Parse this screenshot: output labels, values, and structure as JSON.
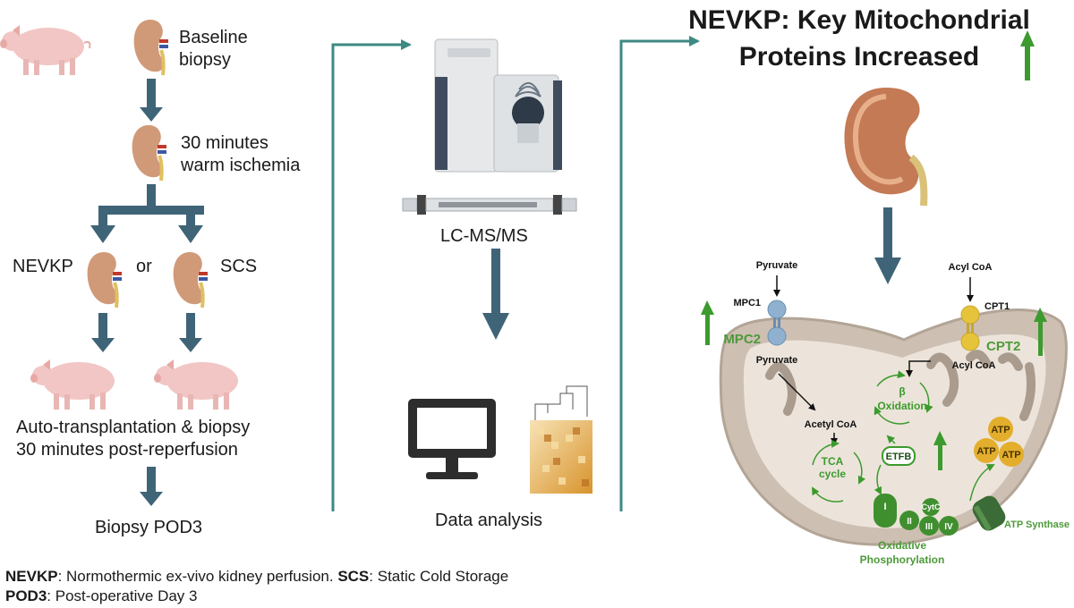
{
  "left_column": {
    "step1": [
      "Baseline",
      "biopsy"
    ],
    "step2": [
      "30 minutes",
      "warm ischemia"
    ],
    "option_a": "NEVKP",
    "option_or": "or",
    "option_b": "SCS",
    "step3": [
      "Auto-transplantation & biopsy",
      "30 minutes post-reperfusion"
    ],
    "step4": "Biopsy POD3"
  },
  "middle_column": {
    "instrument_label": "LC-MS/MS",
    "analysis_label": "Data analysis"
  },
  "right_column": {
    "title": [
      "NEVKP: Key Mitochondrial",
      "Proteins Increased"
    ],
    "pathway": {
      "pyruvate_in": "Pyruvate",
      "mpc1": "MPC1",
      "mpc2": "MPC2",
      "pyruvate_out": "Pyruvate",
      "acetyl_coa": "Acetyl CoA",
      "tca": [
        "TCA",
        "cycle"
      ],
      "acyl_coa_in": "Acyl CoA",
      "cpt1": "CPT1",
      "cpt2": "CPT2",
      "acyl_coa_out": "Acyl CoA",
      "beta_ox": [
        "β",
        "Oxidation"
      ],
      "etfb": "ETFB",
      "complexes": [
        "I",
        "II",
        "III",
        "CytC",
        "IV"
      ],
      "oxphos": [
        "Oxidative",
        "Phosphorylation"
      ],
      "atp": "ATP",
      "atp_synthase": "ATP Synthase"
    }
  },
  "footnote": {
    "nevkp_abbr": "NEVKP",
    "nevkp_def": ": Normothermic ex-vivo kidney perfusion. ",
    "scs_abbr": "SCS",
    "scs_def": ": Static Cold Storage",
    "pod3_abbr": "POD3",
    "pod3_def": ": Post-operative Day 3"
  },
  "colors": {
    "flow_arrow": "#3f6477",
    "connector": "#3d8a83",
    "up_green": "#3c9a2e",
    "label_green": "#4d9a3a",
    "mito_outer": "#cdbfb2",
    "mito_inner": "#a99b8d",
    "atp": "#e3ae2c"
  }
}
